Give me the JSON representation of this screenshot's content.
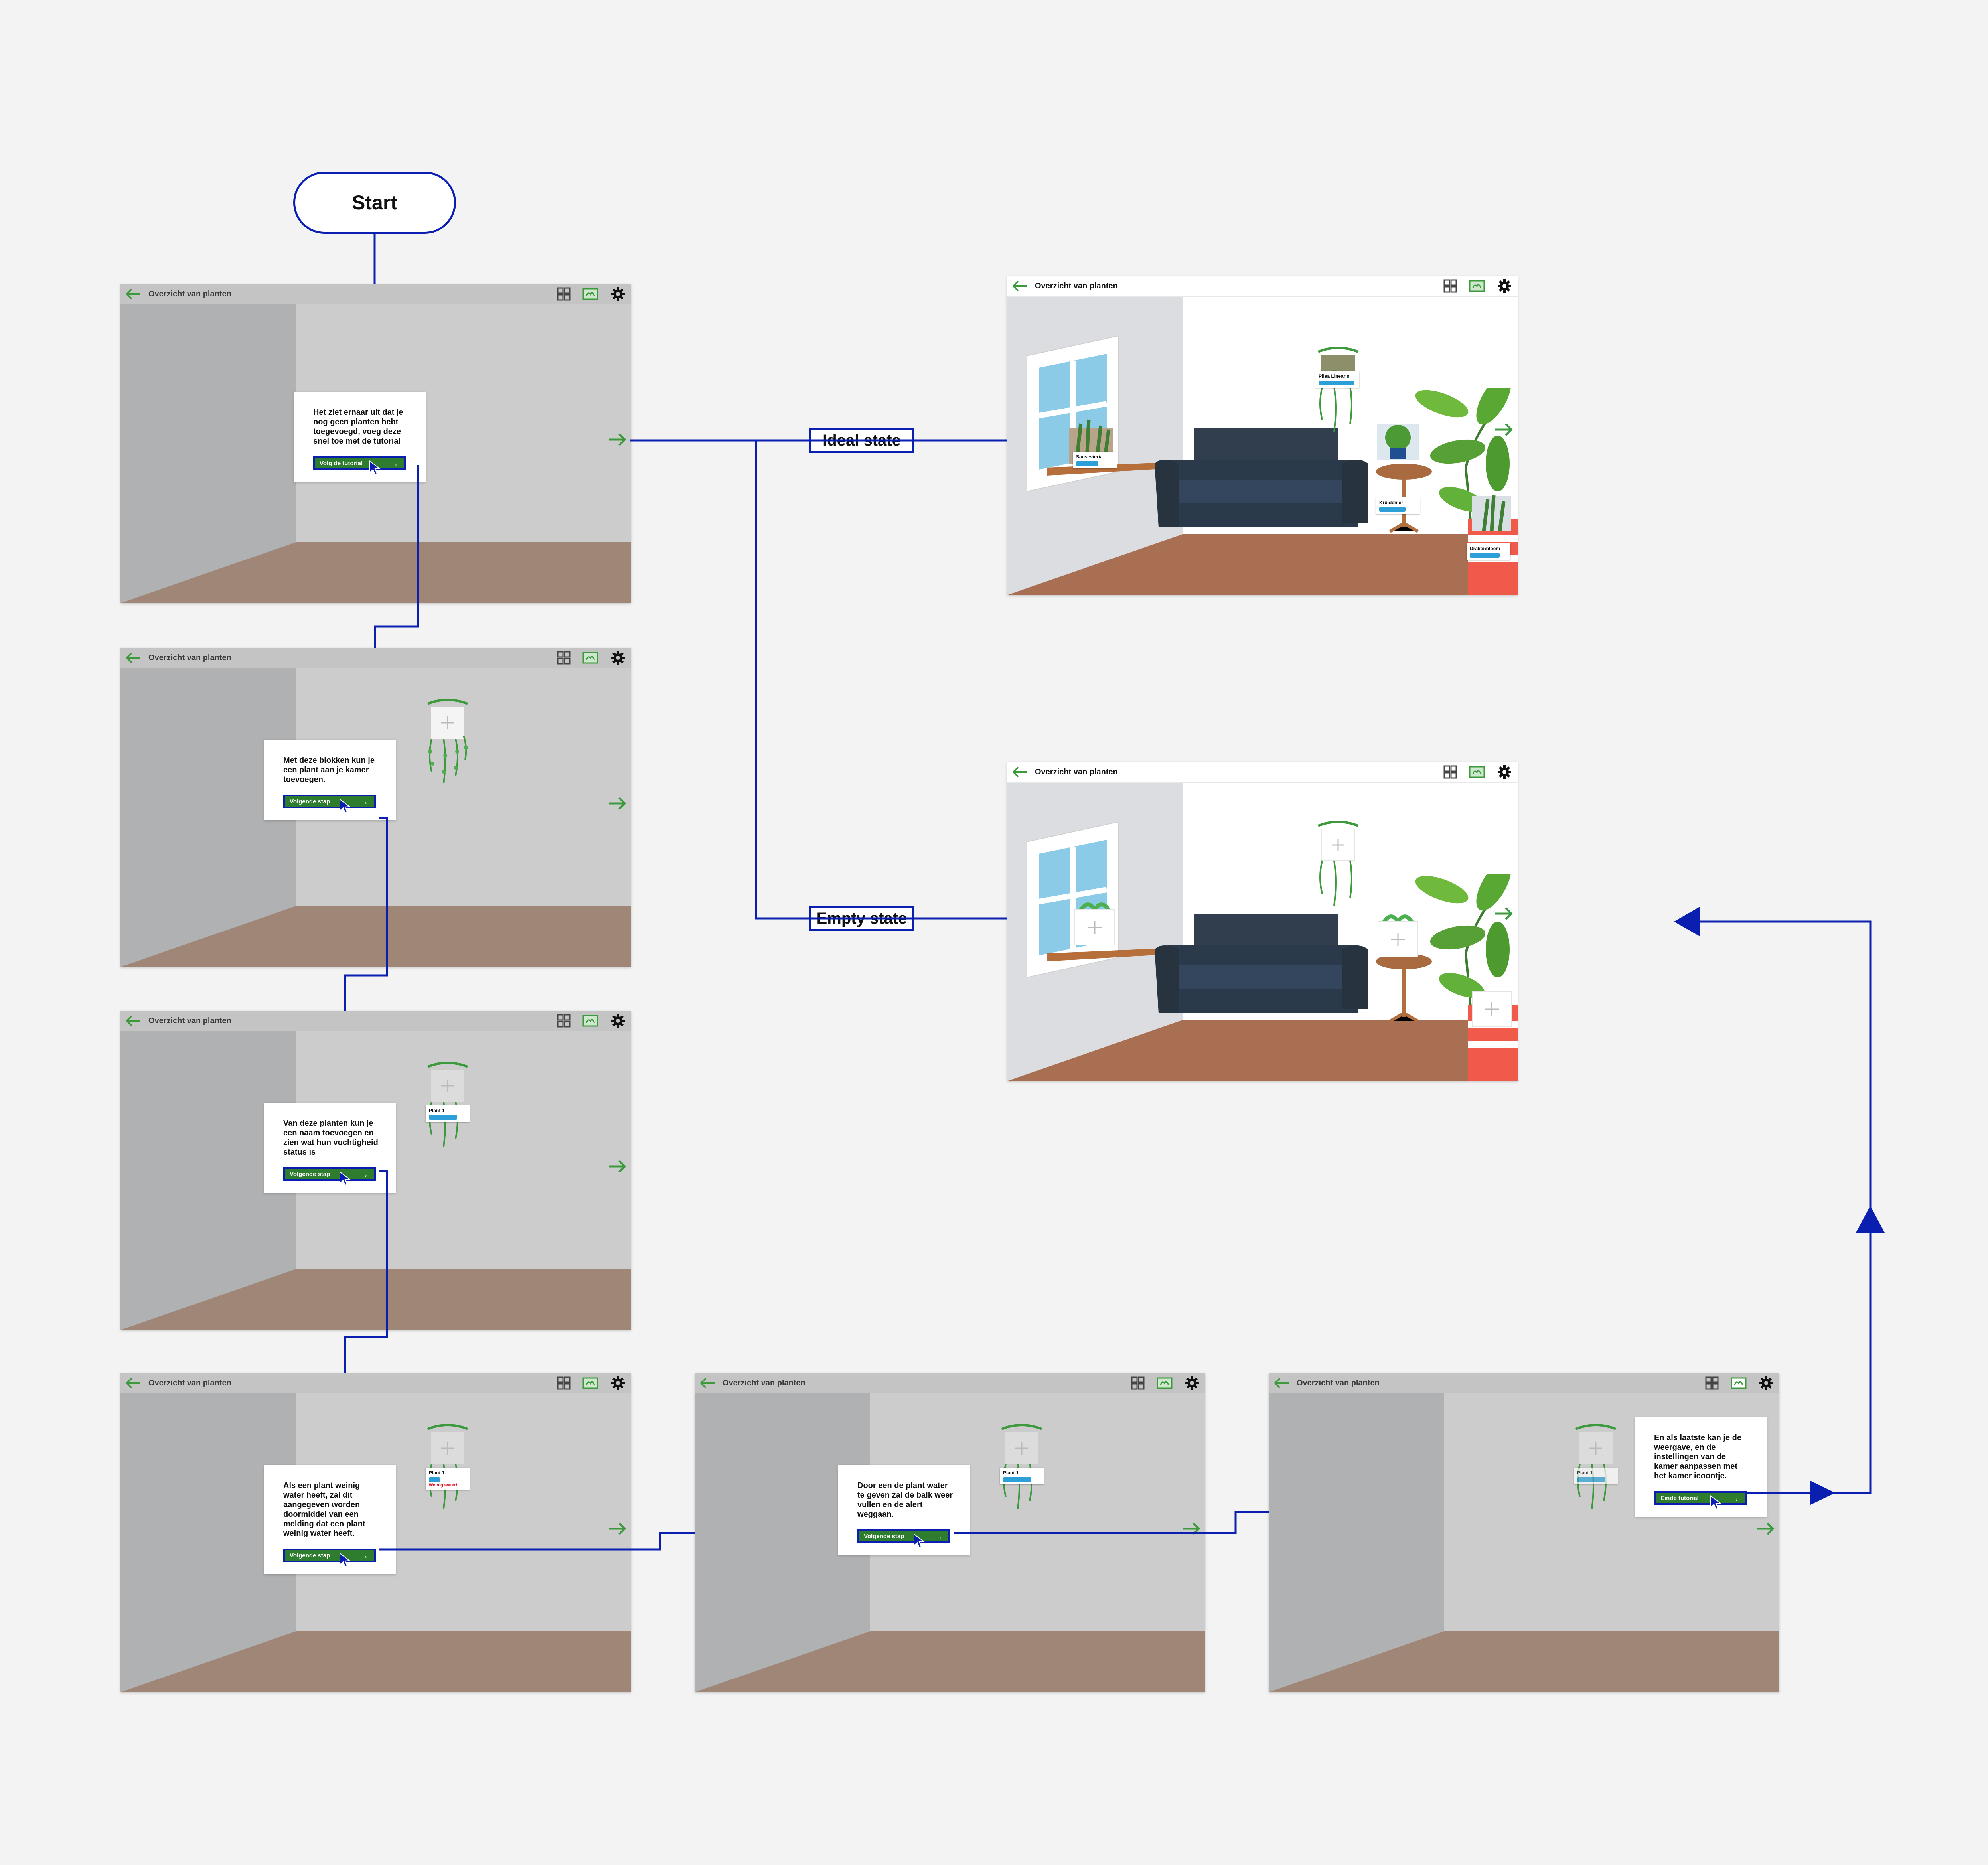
{
  "flow": {
    "start_label": "Start",
    "ideal_label": "Ideal state",
    "empty_label": "Empty state"
  },
  "screen": {
    "title": "Overzicht van planten",
    "icons": [
      "back-arrow-icon",
      "grid-view-icon",
      "room-view-icon",
      "gear-icon",
      "next-arrow-icon"
    ]
  },
  "tutorial": [
    {
      "text": "Het ziet ernaar uit dat je nog geen planten hebt toegevoegd, voeg deze snel toe met de tutorial",
      "button": "Volg de tutorial"
    },
    {
      "text": "Met deze blokken kun je een plant aan je kamer toevoegen.",
      "button": "Volgende stap"
    },
    {
      "text": "Van deze planten kun je een naam toevoegen en zien wat hun vochtigheid status is",
      "button": "Volgende stap"
    },
    {
      "text": "Als een plant weinig water heeft, zal dit aangegeven worden doormiddel van een melding dat een plant weinig water heeft.",
      "button": "Volgende stap"
    },
    {
      "text": "Door een de plant water te geven zal de balk weer vullen en de alert weggaan.",
      "button": "Volgende stap"
    },
    {
      "text": "En als laatste kan je de weergave, en de instellingen van de kamer aanpassen met het kamer icoontje.",
      "button": "Einde tutorial"
    }
  ],
  "plant_cards": {
    "generic": "Plant 1",
    "alert": "Weinig water!",
    "ideal": [
      "Sansevieria",
      "Pilea Linearis",
      "Kruidenier",
      "Drakenbloem"
    ]
  },
  "colors": {
    "flow_line": "#0a1fb0",
    "accent_green": "#2e7d2e",
    "moisture_bar": "#2d9fd8",
    "sofa": "#2e3e4f",
    "pot_red": "#ef5a4a"
  }
}
